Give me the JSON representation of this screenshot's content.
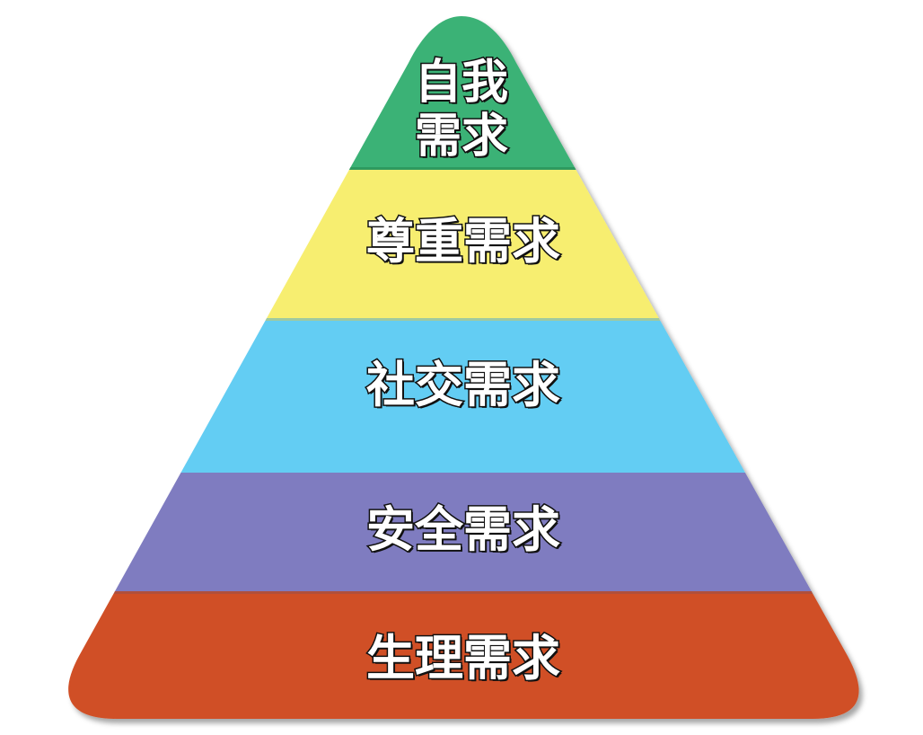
{
  "diagram": {
    "type": "pyramid",
    "title": "",
    "levels": [
      {
        "order": 1,
        "label": "自我需求",
        "color": "#3bb276"
      },
      {
        "order": 2,
        "label": "尊重需求",
        "color": "#f7ee6f"
      },
      {
        "order": 3,
        "label": "社交需求",
        "color": "#64cdf3"
      },
      {
        "order": 4,
        "label": "安全需求",
        "color": "#7f7cc0"
      },
      {
        "order": 5,
        "label": "生理需求",
        "color": "#d05025"
      }
    ]
  },
  "labels": {
    "top_line1": "自我",
    "top_line2": "需求",
    "level2": "尊重需求",
    "level3": "社交需求",
    "level4": "安全需求",
    "level5": "生理需求"
  },
  "colors": {
    "text_fill": "#ffffff",
    "text_outline": "#111111",
    "background": "#ffffff"
  }
}
